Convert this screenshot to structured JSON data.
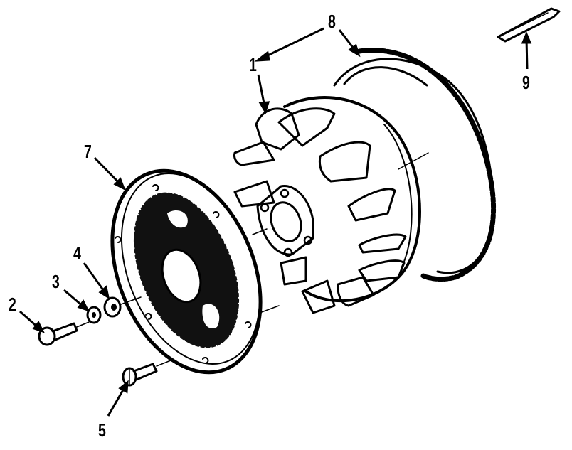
{
  "diagram": {
    "type": "exploded-parts-view",
    "subject": "flywheel assembly",
    "background": "#ffffff",
    "ink": "#000000",
    "callouts": [
      {
        "id": "1",
        "label": "1",
        "part": "flywheel-fan-hub"
      },
      {
        "id": "2",
        "label": "2",
        "part": "bolt"
      },
      {
        "id": "3",
        "label": "3",
        "part": "lock-washer"
      },
      {
        "id": "4",
        "label": "4",
        "part": "flat-washer"
      },
      {
        "id": "5",
        "label": "5",
        "part": "screw"
      },
      {
        "id": "7",
        "label": "7",
        "part": "flywheel-plate"
      },
      {
        "id": "8",
        "label": "8",
        "part": "flywheel-and-ring-gear"
      },
      {
        "id": "9",
        "label": "9",
        "part": "key"
      }
    ]
  }
}
